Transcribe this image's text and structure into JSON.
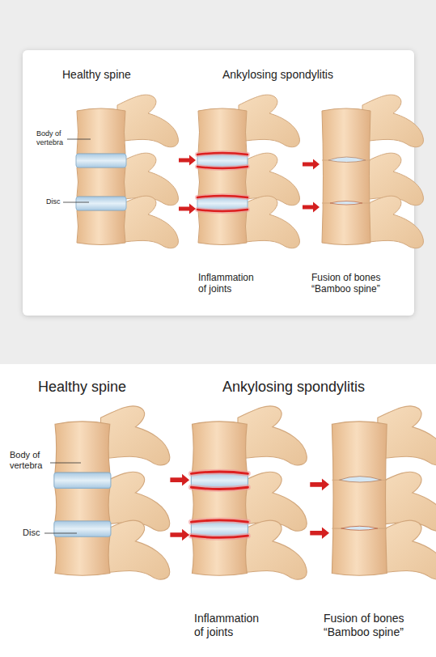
{
  "diagram": {
    "labels": [
      "Healthy spine",
      "Ankylosing spondylitis",
      "Body of vertebra",
      "Disc",
      "Inflammation of joints",
      "Fusion of bones “Bamboo spine”",
      "Healthy spine",
      "Ankylosing spondylitis",
      "Body of vertebra",
      "Disc",
      "Inflammation of joints",
      "Fusion of bones “Bamboo spine”"
    ]
  }
}
